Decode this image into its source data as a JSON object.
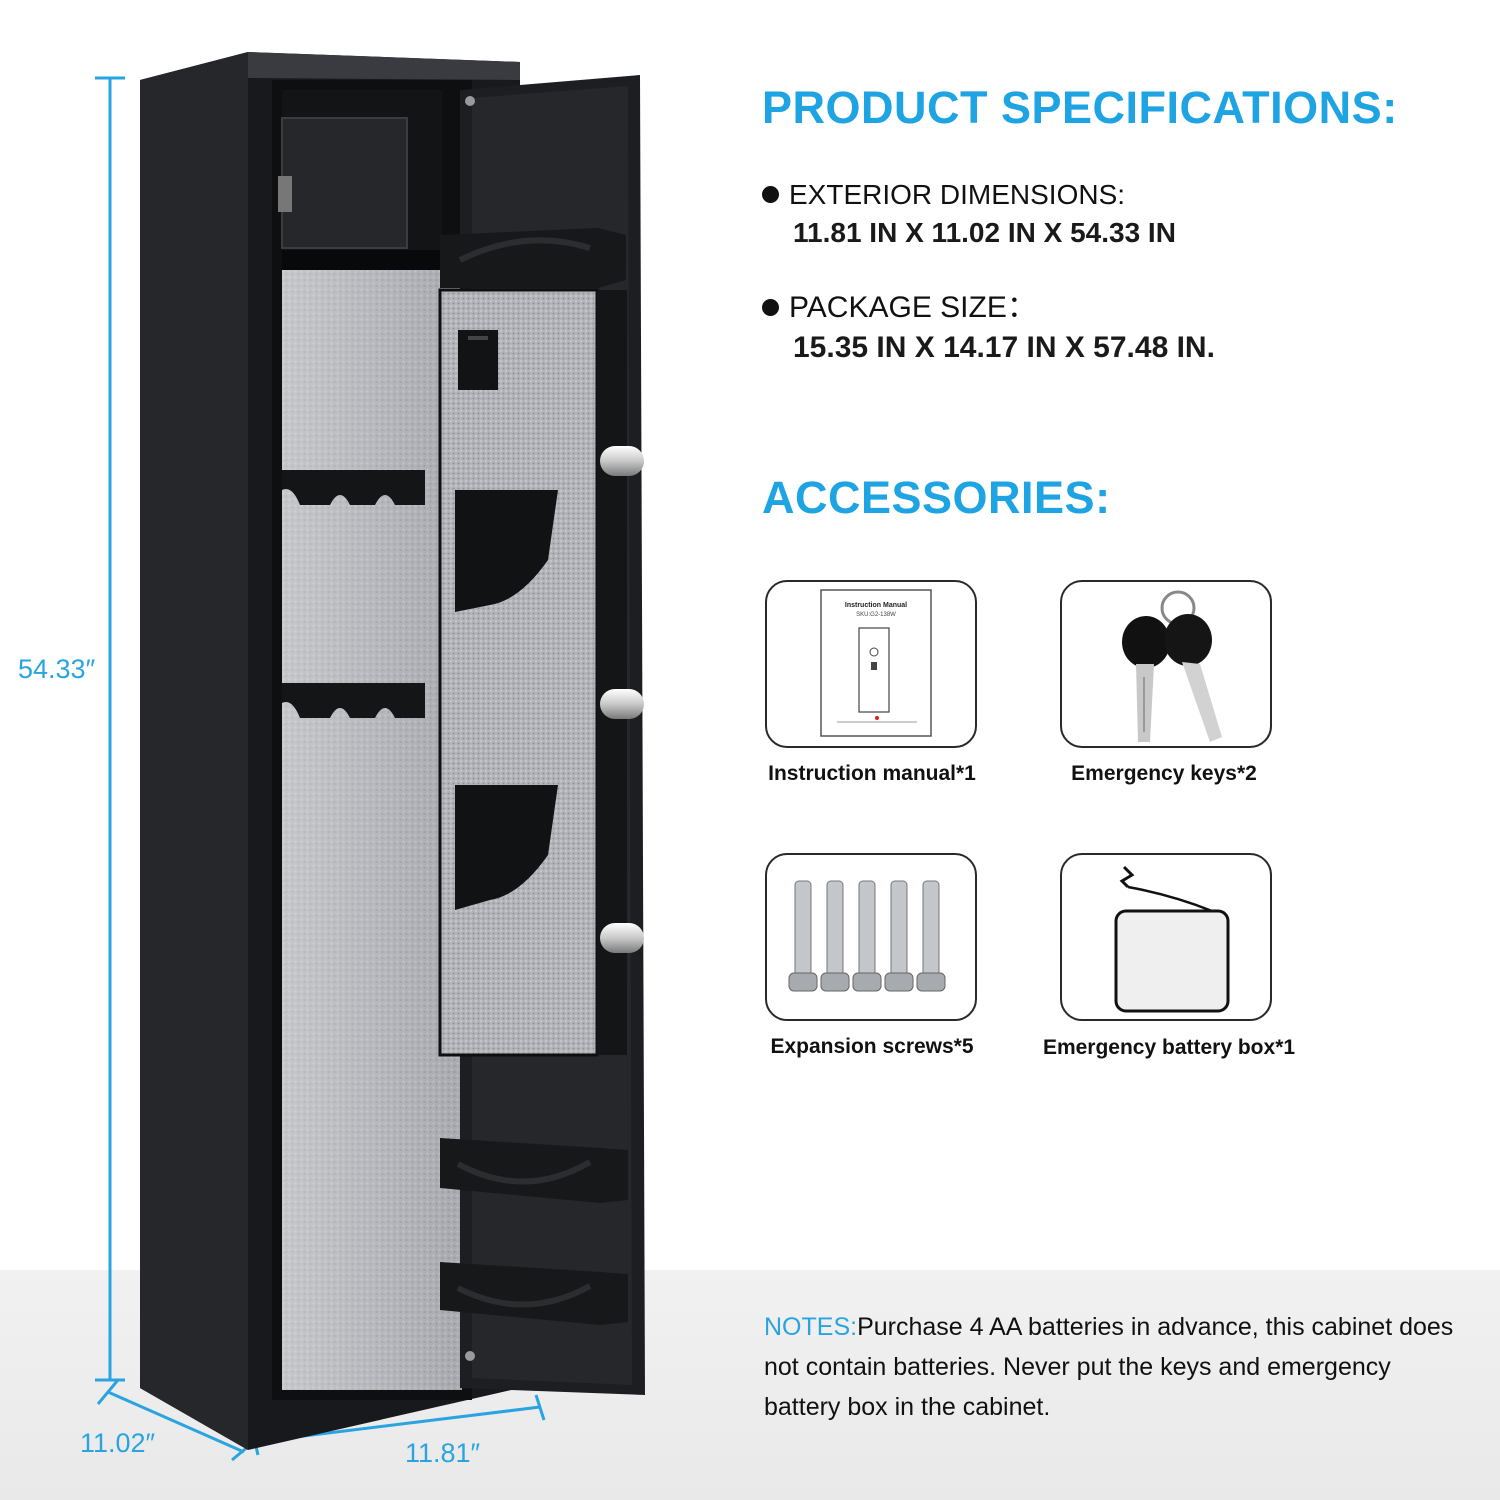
{
  "dimensions": {
    "height_label": "54.33″",
    "depth_label": "11.02″",
    "width_label": "11.81″"
  },
  "specs": {
    "title": "PRODUCT SPECIFICATIONS:",
    "exterior_label": "EXTERIOR DIMENSIONS:",
    "exterior_value": "11.81 IN X 11.02 IN X 54.33 IN",
    "package_label": "PACKAGE SIZE：",
    "package_value": "15.35 IN X 14.17 IN X 57.48 IN."
  },
  "accessories": {
    "title": "ACCESSORIES:",
    "manual_doc_title": "Instruction Manual",
    "manual_doc_sku": "SKU:G2-138W",
    "items": [
      {
        "label": "Instruction manual*1",
        "icon": "manual-icon"
      },
      {
        "label": "Emergency keys*2",
        "icon": "keys-icon"
      },
      {
        "label": "Expansion screws*5",
        "icon": "screws-icon"
      },
      {
        "label": "Emergency battery box*1",
        "icon": "battery-box-icon"
      }
    ]
  },
  "notes": {
    "head": "NOTES:",
    "body": "Purchase 4 AA batteries in advance, this cabinet does not contain batteries. Never put the keys and emergency battery box in the cabinet."
  },
  "colors": {
    "accent": "#1ea3e3",
    "cabinet": "#1b1c1f",
    "lining": "#a7a8ae"
  }
}
